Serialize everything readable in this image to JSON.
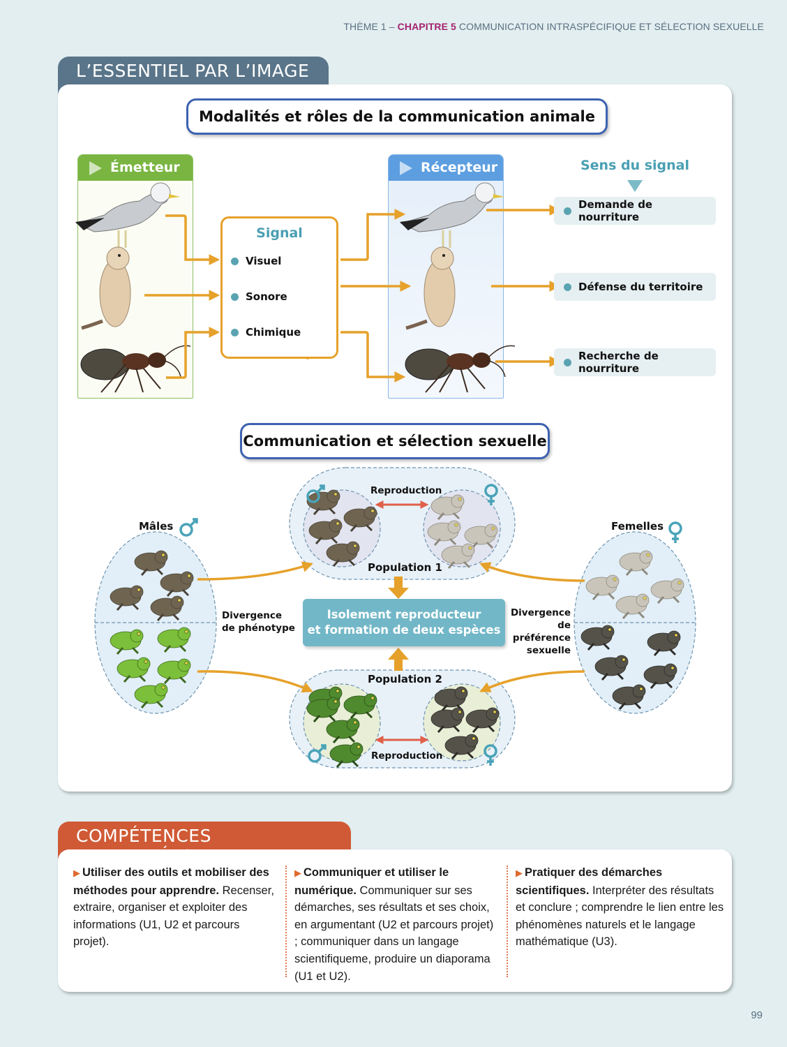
{
  "running_head": {
    "theme": "THÈME 1 –",
    "chapter": "CHAPITRE 5",
    "title": "COMMUNICATION INTRASPÉCIFIQUE ET SÉLECTION SEXUELLE"
  },
  "essentiel": {
    "tab_label": "L’ESSENTIEL PAR L’IMAGE",
    "section1": {
      "title": "Modalités et rôles de la communication animale",
      "emitter_label": "Émetteur",
      "receiver_label": "Récepteur",
      "animals": [
        "gull",
        "prairie-dog",
        "ant"
      ],
      "signal": {
        "title": "Signal",
        "items": [
          {
            "label": "Visuel",
            "icon": "eye-icon"
          },
          {
            "label": "Sonore",
            "icon": "speaker-icon"
          },
          {
            "label": "Chimique",
            "icon": "molecule-icon"
          }
        ]
      },
      "sens_title": "Sens du signal",
      "roles": [
        "Demande de nourriture",
        "Défense du territoire",
        "Recherche de nourriture"
      ]
    },
    "section2": {
      "title": "Communication et sélection sexuelle",
      "males_label": "Mâles",
      "females_label": "Femelles",
      "divergence_phenotype": [
        "Divergence",
        "de phénotype"
      ],
      "divergence_preference": [
        "Divergence",
        "de préférence",
        "sexuelle"
      ],
      "population1": "Population 1",
      "population2": "Population 2",
      "reproduction": "Reproduction",
      "isolation": [
        "Isolement reproducteur",
        "et formation de deux espèces"
      ],
      "colors": {
        "male_brown": "#6e6450",
        "male_green": "#7cbf3a",
        "female_light": "#c9c5bb",
        "female_dark": "#55524a",
        "arrow": "#e6a12a",
        "repro_arrow": "#e0604a",
        "sex_symbol": "#4aa3b8"
      }
    }
  },
  "competences": {
    "tab_label": "COMPÉTENCES TRAVAILLÉES",
    "items": [
      {
        "bold": "Utiliser des outils et mobiliser des méthodes pour apprendre.",
        "text": " Recenser, extraire, organiser et exploiter des informations (U1, U2 et parcours projet)."
      },
      {
        "bold": "Communiquer et utiliser le numérique.",
        "text": " Communiquer sur ses démarches, ses résultats et ses choix, en argumentant (U2 et parcours projet) ; communiquer dans un langage scientifiqueme, produire un diaporama (U1 et U2)."
      },
      {
        "bold": "Pratiquer des démarches scientifiques.",
        "text": " Interpréter des résultats et conclure ; comprendre le lien entre les phénomènes naturels et le langage mathématique (U3)."
      }
    ]
  },
  "page_number": "99"
}
